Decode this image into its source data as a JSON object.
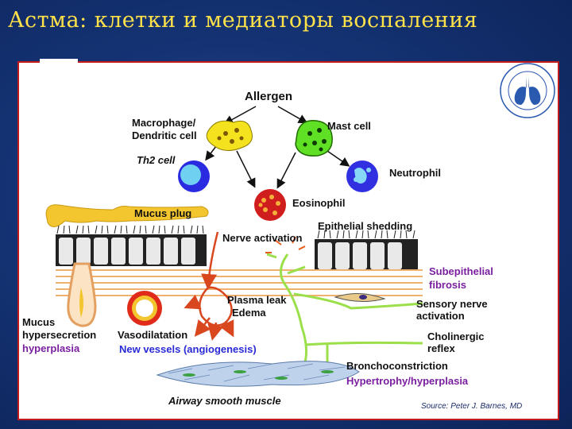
{
  "title": "Астма: клетки и медиаторы воспаления",
  "labels": {
    "allergen": "Allergen",
    "macrophage_line1": "Macrophage/",
    "macrophage_line2": "Dendritic cell",
    "mast_cell": "Mast cell",
    "th2_cell": "Th2 cell",
    "neutrophil": "Neutrophil",
    "eosinophil": "Eosinophil",
    "mucus_plug": "Mucus plug",
    "epithelial_shedding": "Epithelial shedding",
    "nerve_activation": "Nerve activation",
    "subepithelial_line1": "Subepithelial",
    "subepithelial_line2": "fibrosis",
    "plasma_leak_line1": "Plasma leak",
    "plasma_leak_line2": "Edema",
    "sensory_line1": "Sensory nerve",
    "sensory_line2": "activation",
    "mucus_hyper_line1": "Mucus",
    "mucus_hyper_line2": "hypersecretion",
    "mucus_hyper_line3": "hyperplasia",
    "vasodilatation": "Vasodilatation",
    "new_vessels": "New vessels (angiogenesis)",
    "cholinergic_line1": "Cholinergic",
    "cholinergic_line2": "reflex",
    "bronchoconstriction": "Bronchoconstriction",
    "hypertrophy": "Hypertrophy/hyperplasia",
    "airway_smooth_muscle": "Airway smooth muscle"
  },
  "source": "Source:  Peter J. Barnes, MD",
  "colors": {
    "title": "#ffe14a",
    "panel_border": "#c21a1a",
    "purple_text": "#7a1fa0",
    "blue_text": "#2a2ad6",
    "arrow_red": "#d9471f",
    "nerve_green": "#9be04a",
    "mucus_yellow": "#f3c630"
  }
}
